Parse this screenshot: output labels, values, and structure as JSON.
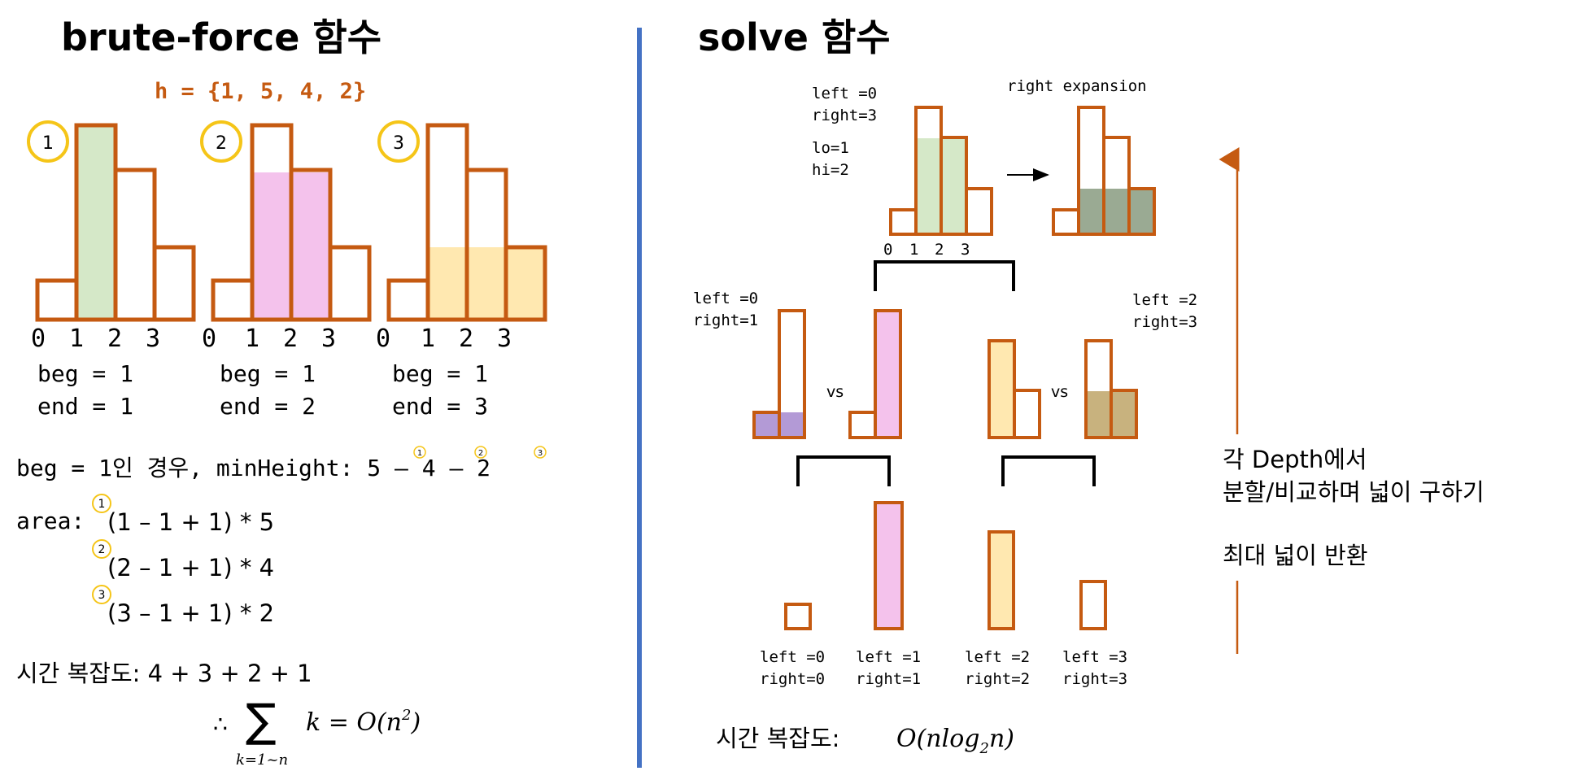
{
  "colors": {
    "bar_stroke": "#C55A11",
    "green_fill": "#D5E8C8",
    "pink_fill": "#F4C2EC",
    "yellow_fill": "#FFE8B0",
    "olive_fill": "#9AAA93",
    "purple_fill": "#B39AD6",
    "tan_fill": "#C8B27E",
    "circle_stroke": "#F5C518",
    "divider": "#4472C4",
    "arrow": "#C55A11",
    "formula_orange": "#C55A11"
  },
  "left": {
    "title": "brute-force 함수",
    "h_array": "h = {1, 5, 4, 2}",
    "charts": [
      {
        "marker": "1",
        "tick_labels": [
          "0",
          "1",
          "2",
          "3"
        ],
        "beg": "beg = 1",
        "end": "end = 1"
      },
      {
        "marker": "2",
        "tick_labels": [
          "0",
          "1",
          "2",
          "3"
        ],
        "beg": "beg = 1",
        "end": "end = 2"
      },
      {
        "marker": "3",
        "tick_labels": [
          "0",
          "1",
          "2",
          "3"
        ],
        "beg": "beg = 1",
        "end": "end = 3"
      }
    ],
    "min_height_line": {
      "prefix": "beg = 1인 경우, minHeight: ",
      "v1": "5",
      "sep1": " – ",
      "v2": "4",
      "sep2": " – ",
      "v3": "2",
      "m1": "1",
      "m2": "2",
      "m3": "3"
    },
    "area_label": "area:",
    "area_lines": [
      {
        "marker": "1",
        "text": "(1 – 1 + 1) * 5"
      },
      {
        "marker": "2",
        "text": "(2 – 1 + 1) * 4"
      },
      {
        "marker": "3",
        "text": "(3 – 1 + 1) * 2"
      }
    ],
    "complexity": "시간 복잡도: 4 + 3 + 2 + 1",
    "sum": {
      "therefore": "∴",
      "sigma": "∑",
      "subscript": "k=1~n",
      "body": "k = O(n",
      "exponent": "2",
      "close": ")"
    }
  },
  "right": {
    "title": "solve 함수",
    "top": {
      "left_label": "left =0",
      "right_label": "right=3",
      "lo_label": "lo=1",
      "hi_label": "hi=2",
      "expansion_label": "right expansion",
      "tick_labels": [
        "0",
        "1",
        "2",
        "3"
      ]
    },
    "mid": {
      "left_pair_left": "left =0",
      "left_pair_right": "right=1",
      "right_pair_left": "left =2",
      "right_pair_right": "right=3",
      "vs_left": "vs",
      "vs_right": "vs"
    },
    "leaves": [
      {
        "left": "left =0",
        "right": "right=0"
      },
      {
        "left": "left =1",
        "right": "right=1"
      },
      {
        "left": "left =2",
        "right": "right=2"
      },
      {
        "left": "left =3",
        "right": "right=3"
      }
    ],
    "complexity_prefix": "시간 복잡도: ",
    "complexity_formula": {
      "pre": "O(nlog",
      "sub": "2",
      "post": "n)"
    },
    "side_note_line1": "각 Depth에서",
    "side_note_line2": "분할/비교하며 넓이 구하기",
    "side_note_line3": "최대 넓이 반환"
  }
}
